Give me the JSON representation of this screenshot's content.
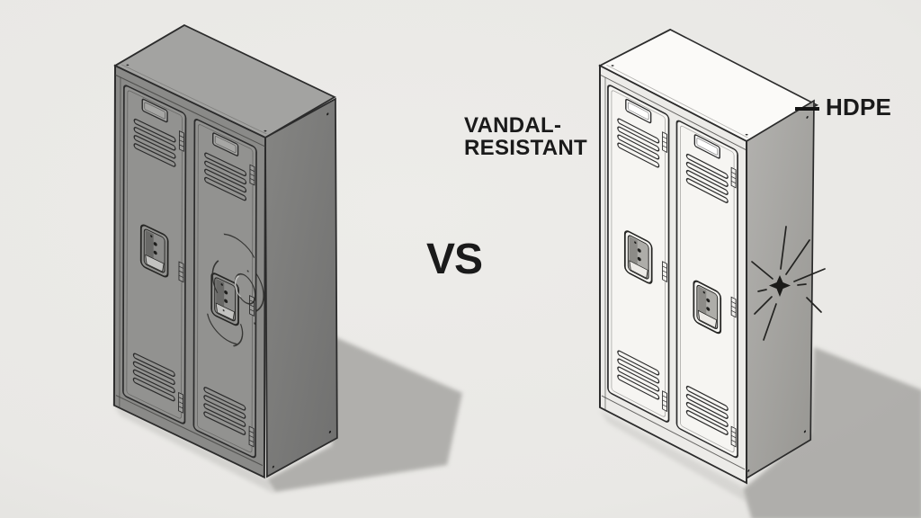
{
  "illustration": {
    "vs_label": "VS",
    "caption": {
      "line1": "VANDAL-",
      "line2": "RESISTANT"
    },
    "material_callout": {
      "label": "HDPE"
    }
  },
  "icons": {
    "left_locker": "dented-metal-locker-illustration",
    "right_locker": "hdpe-locker-illustration",
    "dents": "dent-marks-icon",
    "impact_star": "impact-star-icon",
    "leader": "callout-leader-dash"
  },
  "colors": {
    "background": "#e9e8e5",
    "outline": "#2b2b2b",
    "text": "#1a1a1a",
    "shadow": "#a2a19e",
    "metal_top": "#a3a3a1",
    "metal_frame": "#8a8a88",
    "metal_door": "#929290",
    "metal_side": "#7d7d7b",
    "hdpe_top": "#fbfaf8",
    "hdpe_frame": "#ecebe8",
    "hdpe_door": "#f6f5f2",
    "hdpe_side": "#a7a6a3"
  }
}
